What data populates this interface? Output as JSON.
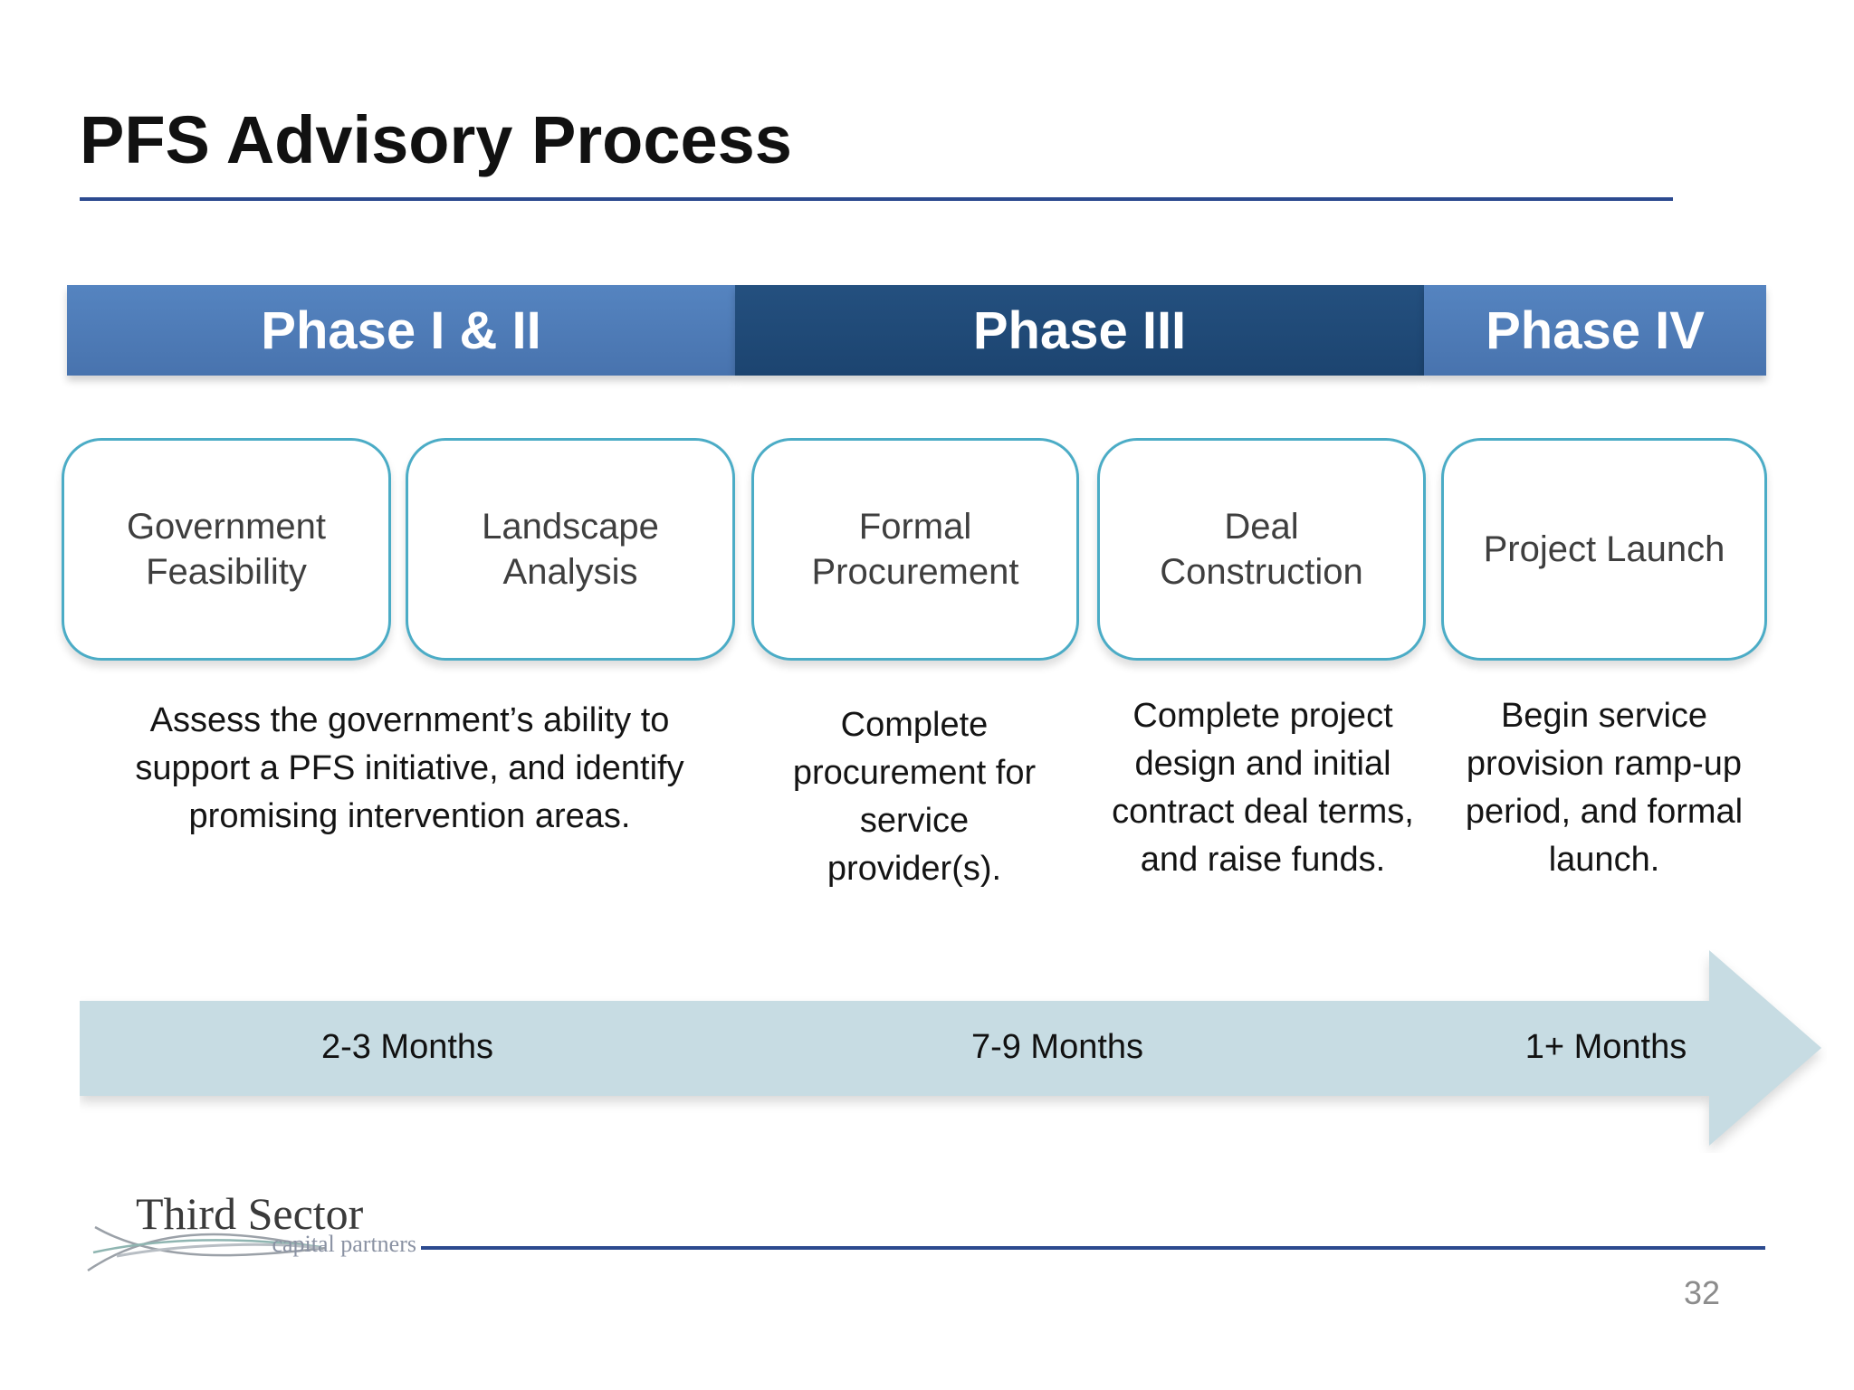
{
  "slide": {
    "title": "PFS Advisory Process",
    "page_number": "32"
  },
  "phase_header": {
    "phases": [
      {
        "label": "Phase I & II",
        "color": "#4E7CB9"
      },
      {
        "label": "Phase III",
        "color": "#1F4874"
      },
      {
        "label": "Phase IV",
        "color": "#4E7CB9"
      }
    ]
  },
  "steps": [
    {
      "label": "Government\nFeasibility"
    },
    {
      "label": "Landscape\nAnalysis"
    },
    {
      "label": "Formal\nProcurement"
    },
    {
      "label": "Deal\nConstruction"
    },
    {
      "label": "Project Launch"
    }
  ],
  "descriptions": [
    {
      "text": "Assess the government’s ability to\nsupport a PFS initiative, and identify\npromising intervention areas."
    },
    {
      "text": "Complete\nprocurement for\nservice\nprovider(s)."
    },
    {
      "text": "Complete project\ndesign and initial\ncontract deal terms,\nand raise funds."
    },
    {
      "text": "Begin service\nprovision ramp-up\nperiod, and formal\nlaunch."
    }
  ],
  "timeline": {
    "durations": [
      "2-3 Months",
      "7-9 Months",
      "1+ Months"
    ],
    "arrow_color": "#C7DCE3"
  },
  "footer": {
    "logo_title": "Third Sector",
    "logo_subtitle": "capital partners"
  },
  "colors": {
    "phase_medium_blue": "#4E7CB9",
    "phase_dark_blue": "#1F4874",
    "box_border_teal": "#4BACC6",
    "arrow_fill": "#C7DCE3",
    "rule_navy": "#2C4A8F",
    "page_number_gray": "#8C8C8C"
  }
}
